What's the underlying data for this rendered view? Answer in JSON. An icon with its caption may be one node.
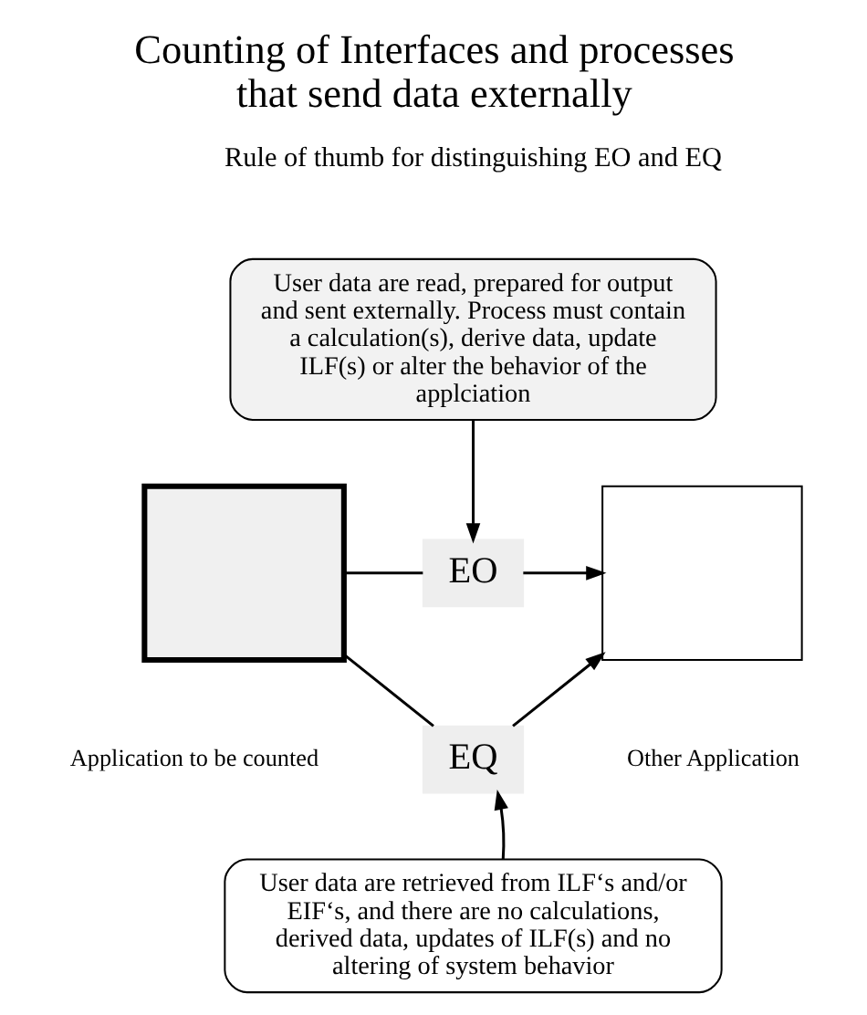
{
  "diagram": {
    "title": "Counting of Interfaces and processes that send data externally",
    "nodes": [
      {
        "text": [
          "User data are read, prepared for output and sent externally. Process must contain a calculation(s), derive data, update ILF(s) or alter the behavior of the applciation"
        ]
      },
      {
        "text": [],
        "shape": "box",
        "beside": [
          "Application to be counted"
        ]
      },
      {
        "text": [
          "EO"
        ]
      },
      {
        "text": [
          "EQ"
        ]
      },
      {
        "text": [],
        "shape": "box",
        "beside": [
          "Other Application"
        ]
      },
      {
        "text": [
          "User data are retrieved from ILF‘s and/or EIF‘s, and there are no calculations, derived data, updates of ILF(s) and no altering of system behavior"
        ]
      }
    ],
    "edges": [
      {
        "from": 0,
        "to": 2,
        "arrow": "to"
      },
      {
        "from": 1,
        "to": 2,
        "arrow": "none"
      },
      {
        "from": 2,
        "to": 4,
        "arrow": "to"
      },
      {
        "from": 1,
        "to": 3,
        "arrow": "none"
      },
      {
        "from": 3,
        "to": 4,
        "arrow": "to"
      },
      {
        "from": 5,
        "to": 3,
        "arrow": "to"
      }
    ],
    "labels": [
      "Rule of thumb for distinguishing EO and EQ"
    ]
  }
}
